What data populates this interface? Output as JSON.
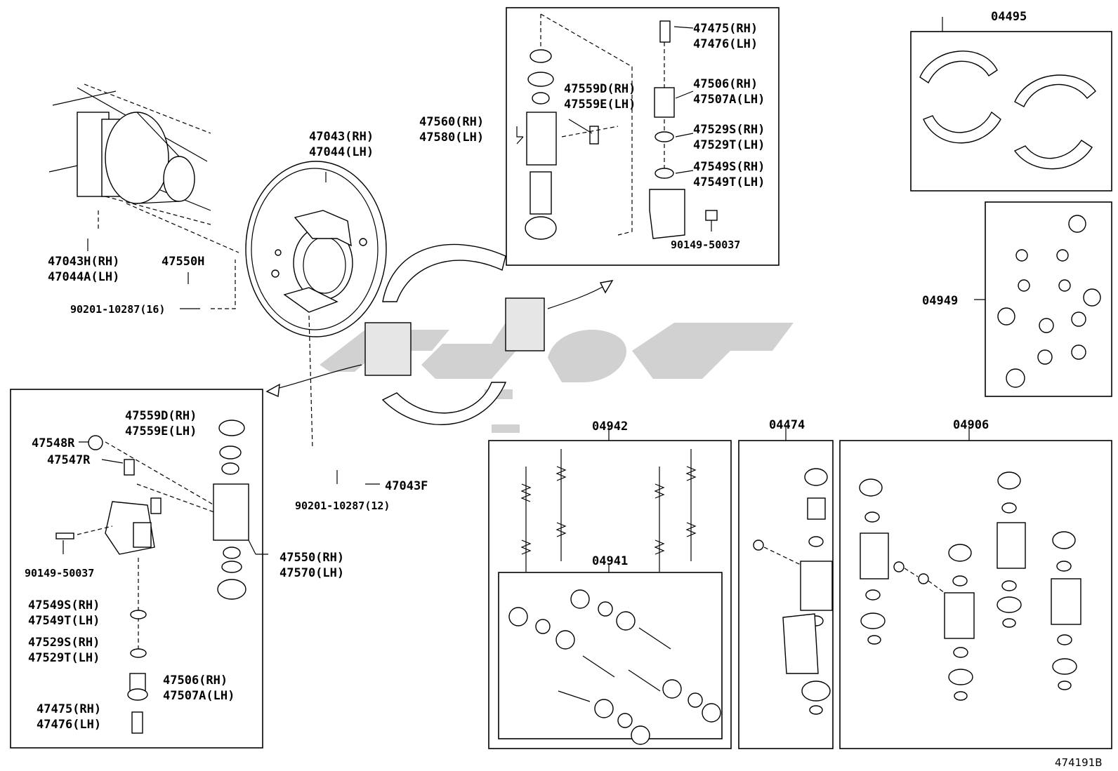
{
  "diagram": {
    "reference_code": "474191B",
    "callouts": {
      "c47475": [
        "47475(RH)",
        "47476(LH)"
      ],
      "c47506": [
        "47506(RH)",
        "47507A(LH)"
      ],
      "c47529": [
        "47529S(RH)",
        "47529T(LH)"
      ],
      "c47549": [
        "47549S(RH)",
        "47549T(LH)"
      ],
      "c90149_top": "90149-50037",
      "c47559_top": [
        "47559D(RH)",
        "47559E(LH)"
      ],
      "c47560": [
        "47560(RH)",
        "47580(LH)"
      ],
      "c47043": [
        "47043(RH)",
        "47044(LH)"
      ],
      "c47043H": [
        "47043H(RH)",
        "47044A(LH)"
      ],
      "c47550H": "47550H",
      "c90201_16": "90201-10287(16)",
      "c90201_12": "90201-10287(12)",
      "c47043F": "47043F",
      "c04495": "04495",
      "c04949": "04949",
      "c04942": "04942",
      "c04941": "04941",
      "c04474": "04474",
      "c04906": "04906",
      "c47548R": "47548R",
      "c47547R": "47547R",
      "c47559_bottom": [
        "47559D(RH)",
        "47559E(LH)"
      ],
      "c90149_bottom": "90149-50037",
      "c47549_bottom": [
        "47549S(RH)",
        "47549T(LH)"
      ],
      "c47529_bottom": [
        "47529S(RH)",
        "47529T(LH)"
      ],
      "c47506_bottom": [
        "47506(RH)",
        "47507A(LH)"
      ],
      "c47475_bottom": [
        "47475(RH)",
        "47476(LH)"
      ],
      "c47550": [
        "47550(RH)",
        "47570(LH)"
      ]
    }
  }
}
